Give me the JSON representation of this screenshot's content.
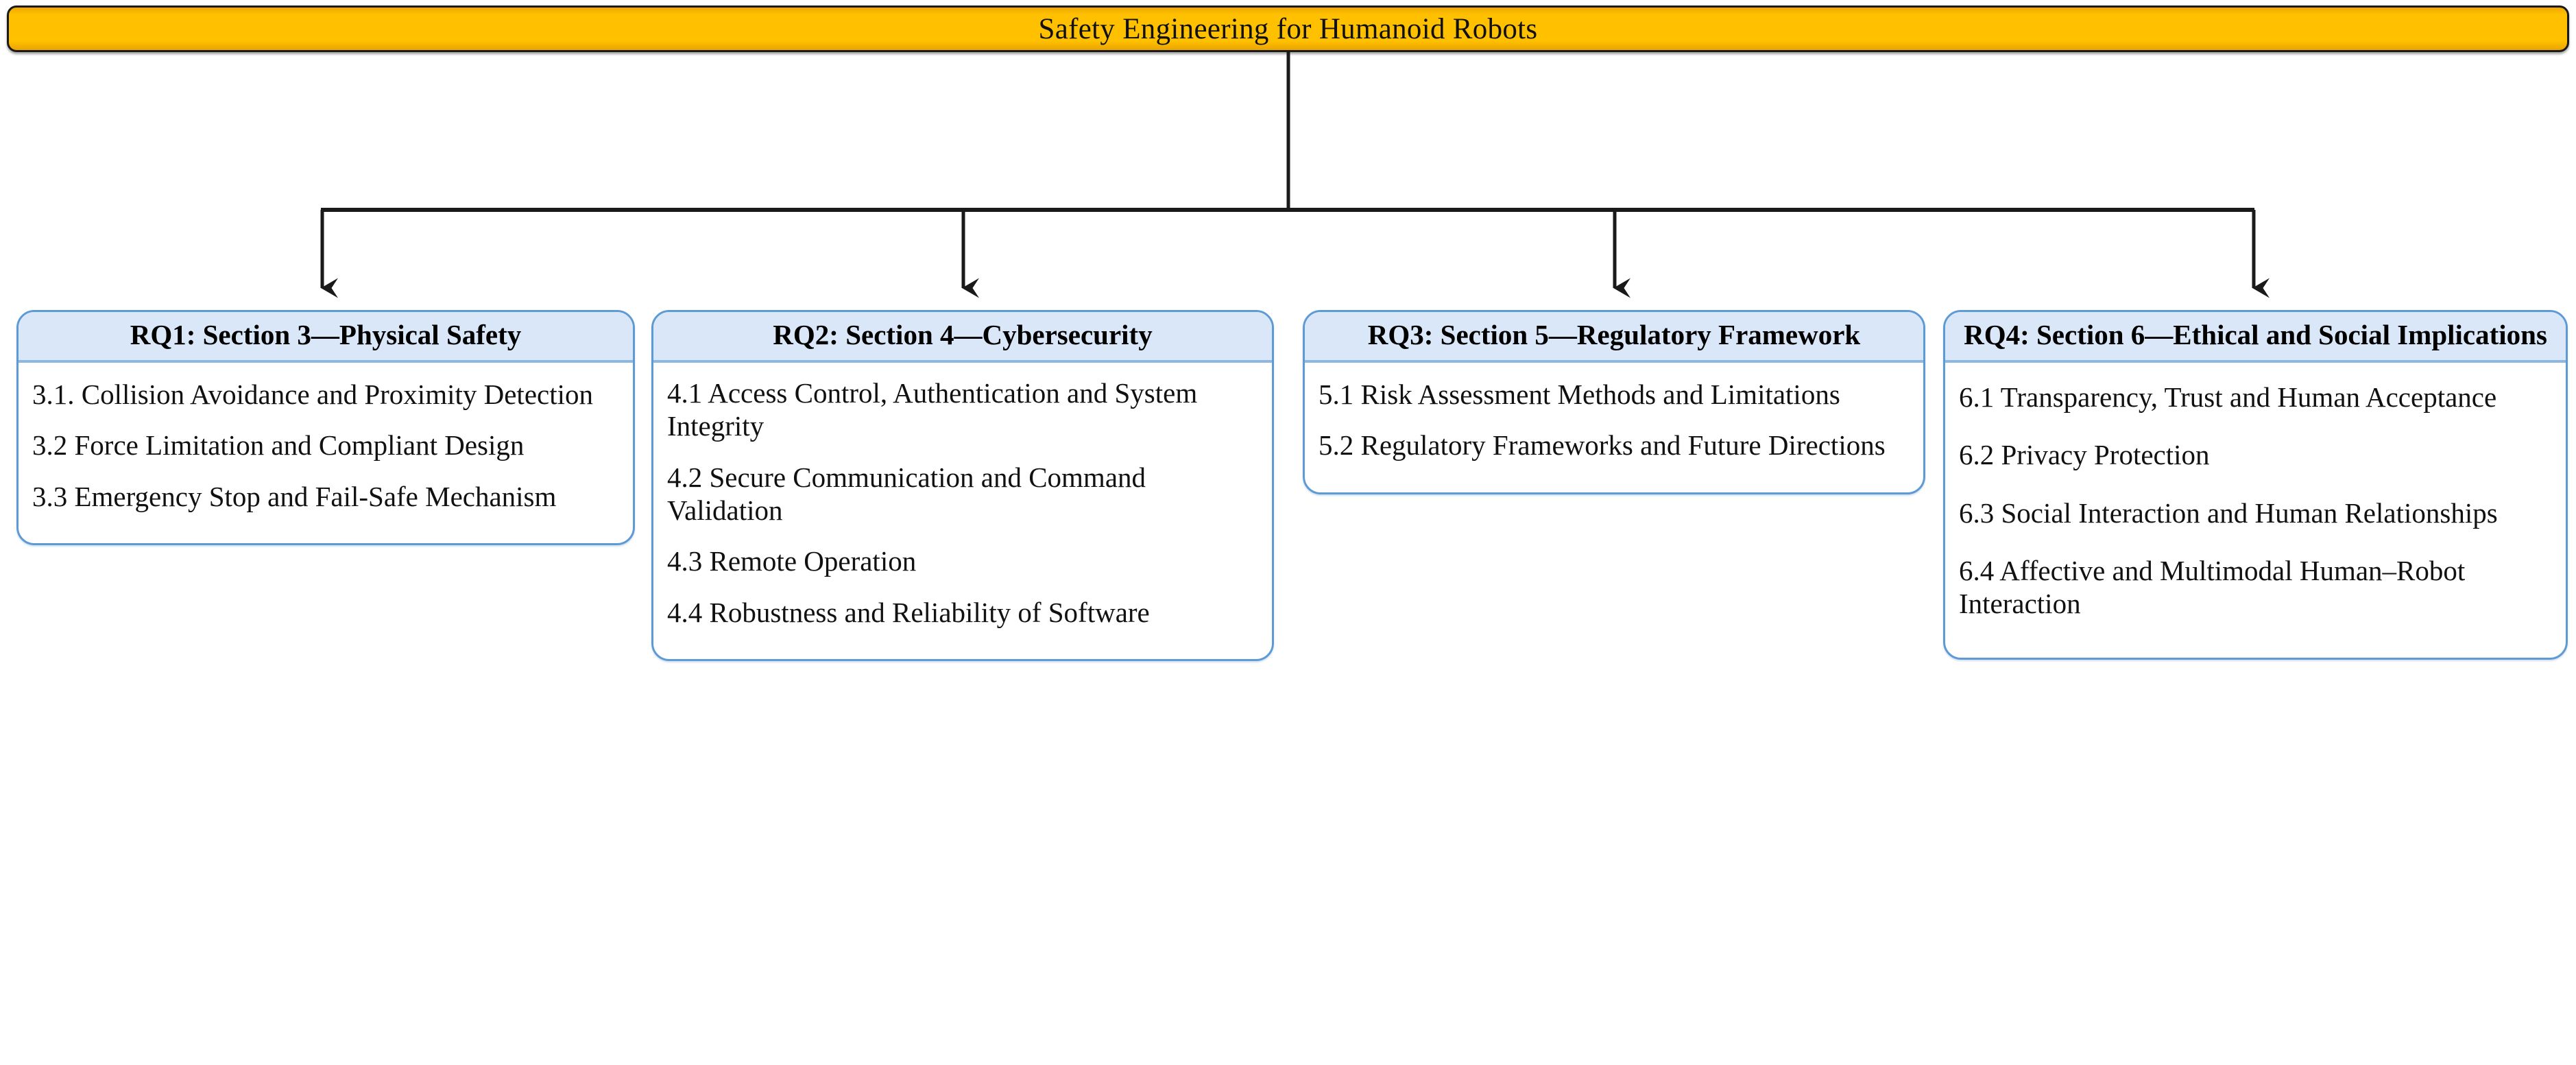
{
  "diagram": {
    "type": "hierarchy-tree",
    "root": {
      "label": "Safety Engineering for Humanoid Robots",
      "fill_color": "#FFC000",
      "border_color": "#1A1A1A"
    },
    "node_style": {
      "header_fill": "#D9E7F8",
      "body_fill": "#FFFFFF",
      "border_color": "#5E9AD4",
      "connector_color": "#1A1A1A"
    },
    "branches": [
      {
        "id": "RQ1",
        "header": "RQ1: Section 3—Physical Safety",
        "items": [
          "3.1. Collision Avoidance and Proximity Detection",
          "3.2 Force Limitation and Compliant Design",
          "3.3 Emergency Stop and Fail-Safe Mechanism"
        ]
      },
      {
        "id": "RQ2",
        "header": "RQ2: Section 4—Cybersecurity",
        "items": [
          "4.1 Access Control, Authentication and System Integrity",
          "4.2 Secure Communication and Command Validation",
          "4.3 Remote Operation",
          "4.4 Robustness and Reliability of Software"
        ]
      },
      {
        "id": "RQ3",
        "header": "RQ3: Section 5—Regulatory Framework",
        "items": [
          "5.1 Risk Assessment Methods and Limitations",
          "5.2 Regulatory Frameworks and Future Directions"
        ]
      },
      {
        "id": "RQ4",
        "header": "RQ4: Section 6—Ethical and Social Implications",
        "items": [
          "6.1 Transparency, Trust and Human Acceptance",
          "6.2 Privacy Protection",
          "6.3 Social Interaction and Human Relationships",
          "6.4 Affective and Multimodal Human–Robot Interaction"
        ]
      }
    ]
  }
}
